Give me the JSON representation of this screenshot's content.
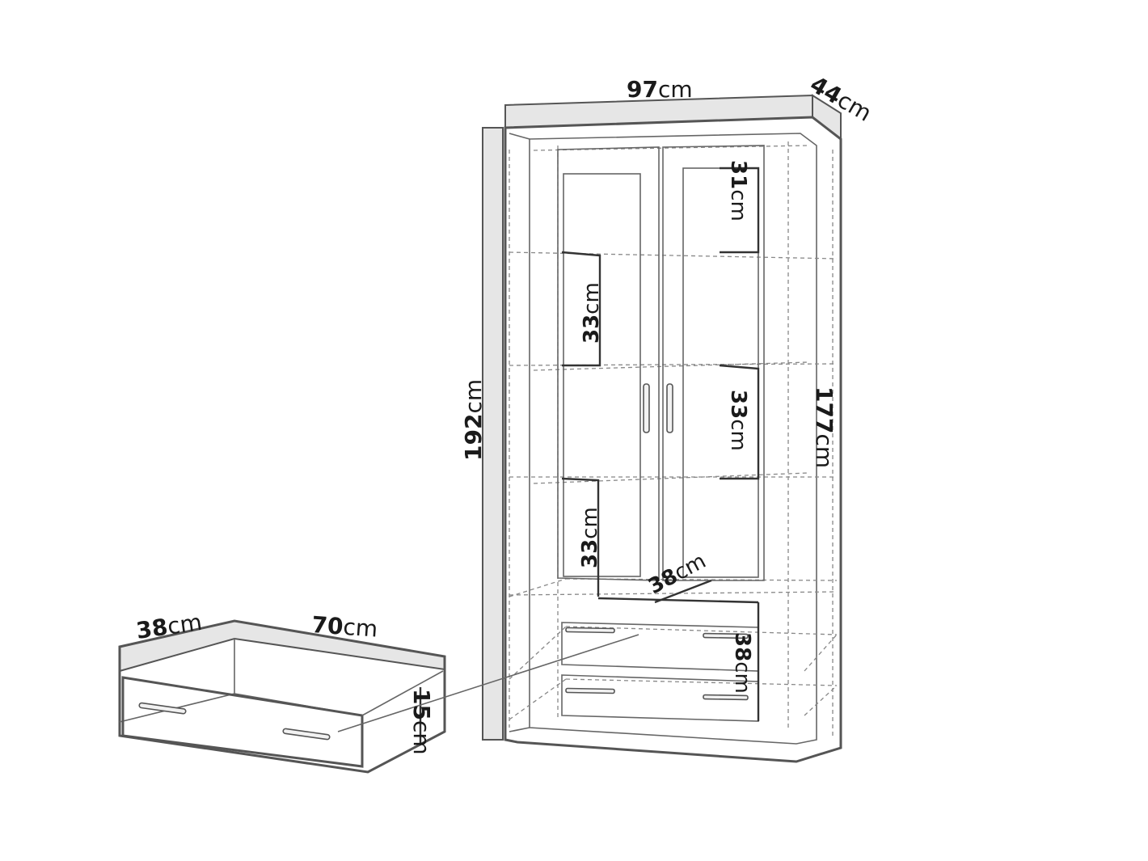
{
  "unit": "cm",
  "dimensions": {
    "width": {
      "value": "97",
      "unit": "cm"
    },
    "depth": {
      "value": "44",
      "unit": "cm"
    },
    "height_total": {
      "value": "192",
      "unit": "cm"
    },
    "height_inner": {
      "value": "177",
      "unit": "cm"
    },
    "shelf_top": {
      "value": "31",
      "unit": "cm"
    },
    "shelf_left_upper": {
      "value": "33",
      "unit": "cm"
    },
    "shelf_right_middle": {
      "value": "33",
      "unit": "cm"
    },
    "shelf_left_lower": {
      "value": "33",
      "unit": "cm"
    },
    "inner_depth": {
      "value": "38",
      "unit": "cm"
    },
    "drawer_front_height": {
      "value": "38",
      "unit": "cm"
    },
    "drawer_depth": {
      "value": "38",
      "unit": "cm"
    },
    "drawer_width": {
      "value": "70",
      "unit": "cm"
    },
    "drawer_height": {
      "value": "15",
      "unit": "cm"
    }
  }
}
